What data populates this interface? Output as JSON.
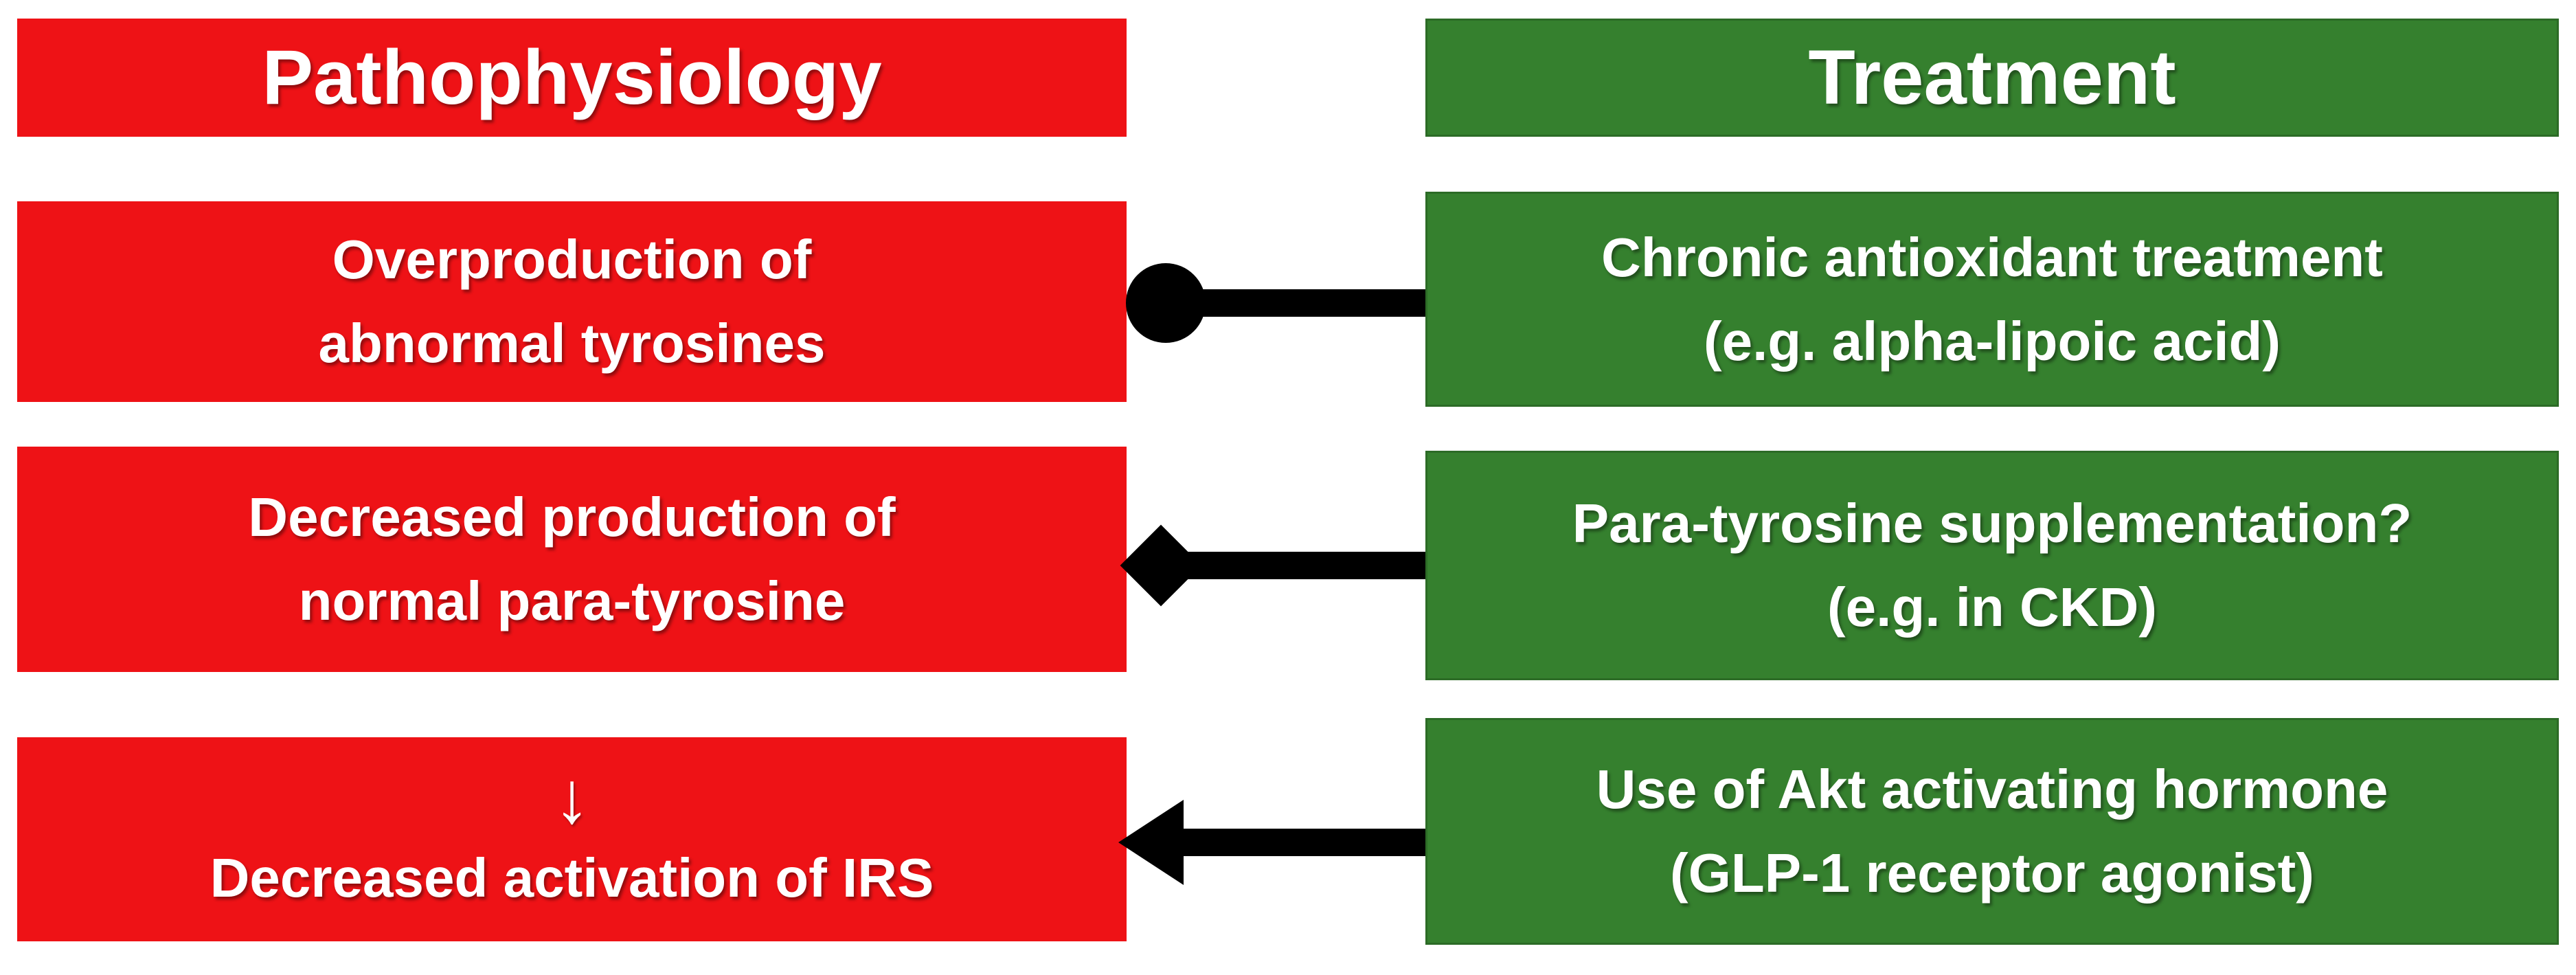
{
  "diagram": {
    "headers": {
      "pathophysiology": "Pathophysiology",
      "treatment": "Treatment"
    },
    "rows": [
      {
        "pathophysiology": {
          "line1": "Overproduction of",
          "line2": "abnormal tyrosines"
        },
        "connector": {
          "type": "line",
          "end_shape": "filled-circle",
          "end_side": "left-at-pathophysiology-box"
        },
        "treatment": {
          "line1": "Chronic antioxidant treatment",
          "line2": "(e.g. alpha-lipoic acid)"
        }
      },
      {
        "pathophysiology": {
          "line1": "Decreased production of",
          "line2": "normal para-tyrosine"
        },
        "connector": {
          "type": "line",
          "end_shape": "filled-diamond",
          "end_side": "left-at-pathophysiology-box"
        },
        "treatment": {
          "line1": "Para-tyrosine supplementation?",
          "line2": "(e.g. in CKD)"
        }
      },
      {
        "pathophysiology": {
          "down_arrow": "↓",
          "line2": "Decreased activation of IRS"
        },
        "connector": {
          "type": "line",
          "end_shape": "arrowhead",
          "end_side": "left-pointing-into-pathophysiology-box"
        },
        "treatment": {
          "line1": "Use of Akt activating hormone",
          "line2": "(GLP-1 receptor agonist)"
        }
      }
    ],
    "colors": {
      "red": "#EE1216",
      "green": "#35802E",
      "green_border": "#2C6B26",
      "black": "#000000",
      "text": "#FFFFFF"
    }
  }
}
